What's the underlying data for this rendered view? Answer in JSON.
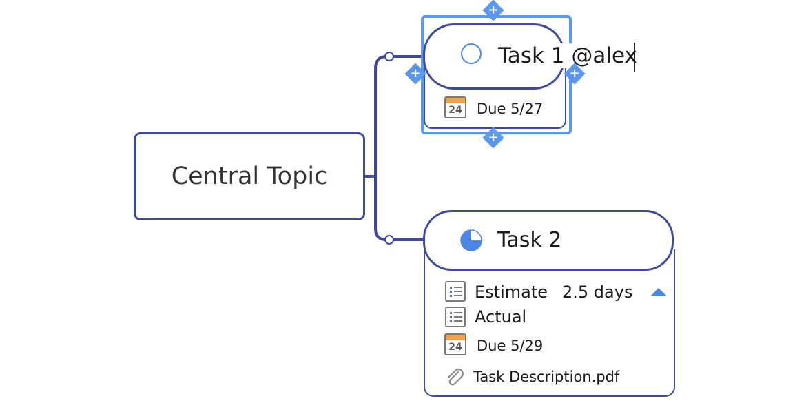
{
  "central_topic": {
    "label": "Central Topic"
  },
  "task1": {
    "title": "Task 1 @alex",
    "progress_icon": "empty-circle-icon",
    "due": {
      "icon": "calendar-icon",
      "day": "24",
      "label": "Due 5/27"
    }
  },
  "task2": {
    "title": "Task 2",
    "progress_icon": "pie-progress-icon",
    "progress_fraction": 0.75,
    "estimate": {
      "icon": "list-icon",
      "label": "Estimate",
      "value": "2.5 days"
    },
    "actual": {
      "icon": "list-icon",
      "label": "Actual"
    },
    "due": {
      "icon": "calendar-icon",
      "day": "24",
      "label": "Due 5/29"
    },
    "attachment": {
      "icon": "paperclip-icon",
      "label": "Task Description.pdf"
    }
  },
  "selection_handles": [
    "plus-icon",
    "plus-icon",
    "plus-icon",
    "plus-icon"
  ],
  "colors": {
    "border": "#3d4a9f",
    "selection": "#5a97f0",
    "accent": "#4b86e8",
    "calendar_header": "#f0a24c"
  }
}
